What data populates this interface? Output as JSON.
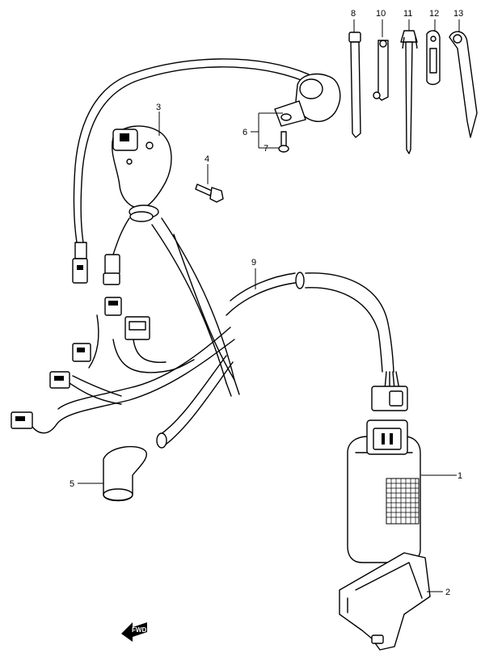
{
  "diagram": {
    "callouts": [
      {
        "key": "c1",
        "label": "1"
      },
      {
        "key": "c2",
        "label": "2"
      },
      {
        "key": "c3",
        "label": "3"
      },
      {
        "key": "c4",
        "label": "4"
      },
      {
        "key": "c5",
        "label": "5"
      },
      {
        "key": "c6",
        "label": "6"
      },
      {
        "key": "c7",
        "label": "7"
      },
      {
        "key": "c8",
        "label": "8"
      },
      {
        "key": "c9",
        "label": "9"
      },
      {
        "key": "c10",
        "label": "10"
      },
      {
        "key": "c11",
        "label": "11"
      },
      {
        "key": "c12",
        "label": "12"
      },
      {
        "key": "c13",
        "label": "13"
      }
    ],
    "direction_badge": "FWD"
  }
}
